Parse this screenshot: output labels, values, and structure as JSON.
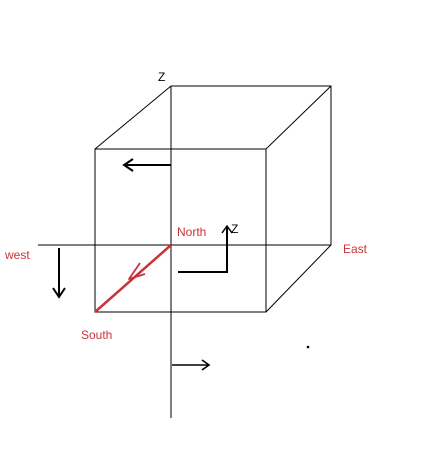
{
  "labels": {
    "z_top": "Z",
    "z_small": "Z",
    "north": "North",
    "south": "South",
    "east": "East",
    "west": "west"
  },
  "colors": {
    "line": "#000000",
    "accent": "#c8343a",
    "background": "#ffffff"
  }
}
